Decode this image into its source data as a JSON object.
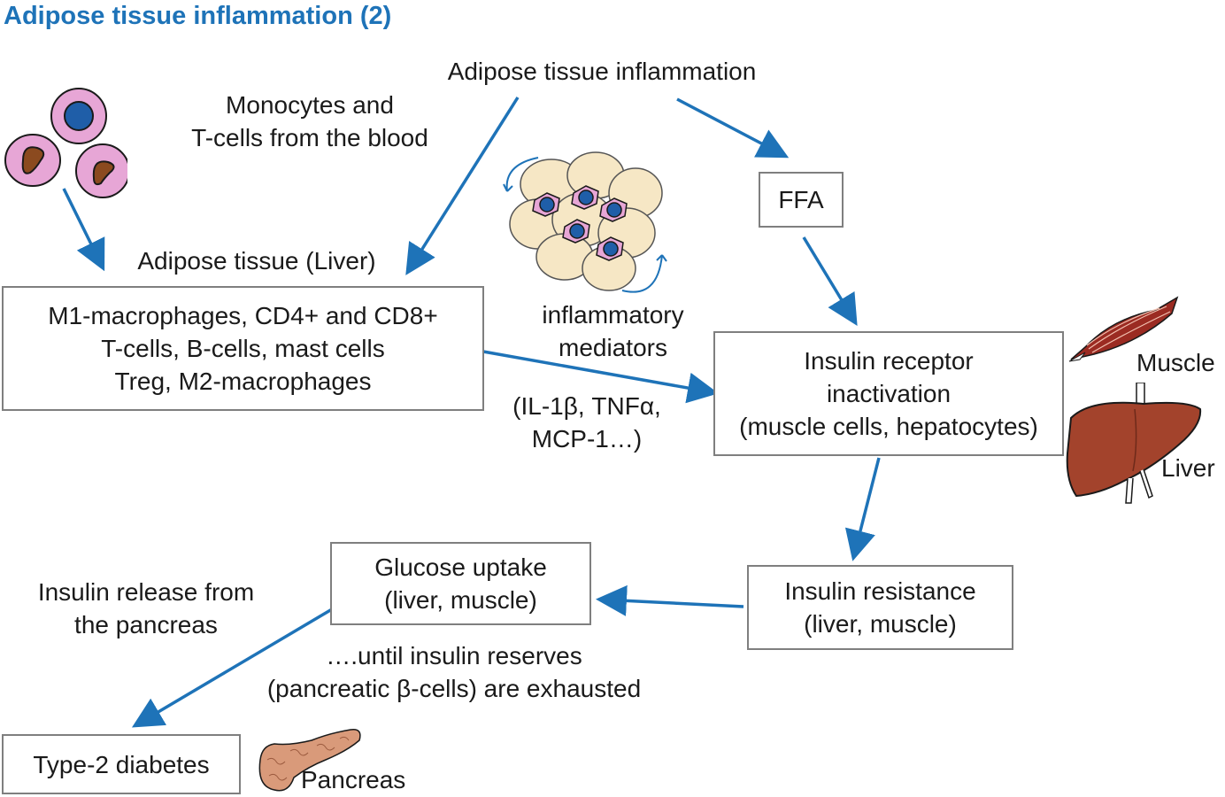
{
  "title": "Adipose tissue inflammation (2)",
  "colors": {
    "arrow": "#1e73b8",
    "box_border": "#7f7f7f",
    "title": "#1e73b8",
    "cell_pink": "#e7a6d6",
    "nucleus_blue": "#1f5ea8",
    "nucleus_brown": "#8b4a1f",
    "fat_cell": "#f6e7c5",
    "muscle": "#9b2b22",
    "liver": "#a3432c",
    "pancreas": "#d99a7a"
  },
  "labels": {
    "adipose_inflammation": "Adipose tissue inflammation",
    "monocytes_line1": "Monocytes and",
    "monocytes_line2": "T-cells from the blood",
    "adipose_tissue_liver": "Adipose tissue (Liver)",
    "inflammatory_line1": "inflammatory",
    "inflammatory_line2": "mediators",
    "mediators_line1": "(IL-1β, TNFα,",
    "mediators_line2": "MCP-1…)",
    "muscle": "Muscle",
    "liver": "Liver",
    "insulin_release_line1": "Insulin release from",
    "insulin_release_line2": "the pancreas",
    "reserves_line1": "….until insulin reserves",
    "reserves_line2": "(pancreatic β-cells) are exhausted",
    "pancreas": "Pancreas"
  },
  "boxes": {
    "ffa": {
      "lines": [
        "FFA"
      ]
    },
    "immune_cells": {
      "lines": [
        "M1-macrophages, CD4+ and CD8+",
        "T-cells, B-cells, mast cells",
        "Treg, M2-macrophages"
      ]
    },
    "insulin_receptor": {
      "lines": [
        "Insulin receptor",
        "inactivation",
        "(muscle cells, hepatocytes)"
      ]
    },
    "glucose_uptake": {
      "lines": [
        "Glucose uptake",
        "(liver, muscle)"
      ]
    },
    "insulin_resistance": {
      "lines": [
        "Insulin resistance",
        "(liver, muscle)"
      ]
    },
    "type2_diabetes": {
      "lines": [
        "Type-2 diabetes"
      ]
    }
  },
  "icons": [
    "blood-cells-icon",
    "adipose-cluster-icon",
    "muscle-icon",
    "liver-icon",
    "pancreas-icon"
  ]
}
